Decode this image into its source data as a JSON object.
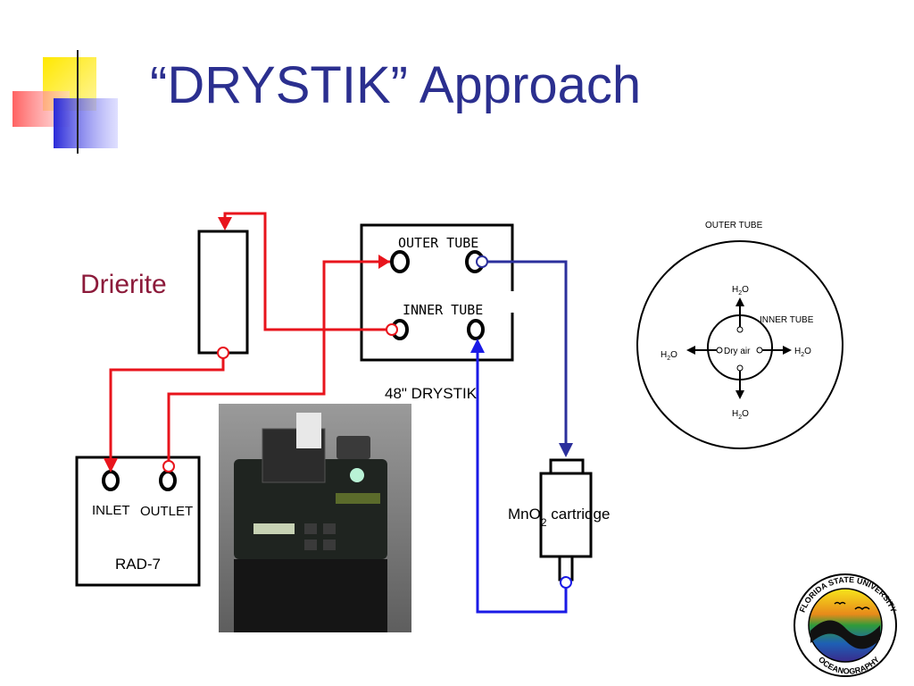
{
  "slide": {
    "title": "“DRYSTIK” Approach"
  },
  "diagram": {
    "drierite_label": "Drierite",
    "drystik": {
      "outer_tube_label": "OUTER TUBE",
      "inner_tube_label": "INNER TUBE",
      "caption": "48\" DRYSTIK"
    },
    "rad7": {
      "inlet_label": "INLET",
      "outlet_label": "OUTLET",
      "name": "RAD-7"
    },
    "cartridge": {
      "label_prefix": "MnO",
      "label_subscript": "2",
      "label_suffix": " cartridge"
    },
    "cross_section": {
      "outer_tube_label": "OUTER TUBE",
      "inner_tube_label": "INNER TUBE",
      "center_label": "Dry air",
      "water_base": "H",
      "water_sub": "2",
      "water_end": "O"
    },
    "colors": {
      "red_line": "#e8141c",
      "blue_line": "#1a1ae6",
      "navy_line": "#2b2f9c"
    }
  },
  "logo": {
    "top_text": "FLORIDA STATE UNIVERSITY",
    "bottom_text": "OCEANOGRAPHY"
  }
}
